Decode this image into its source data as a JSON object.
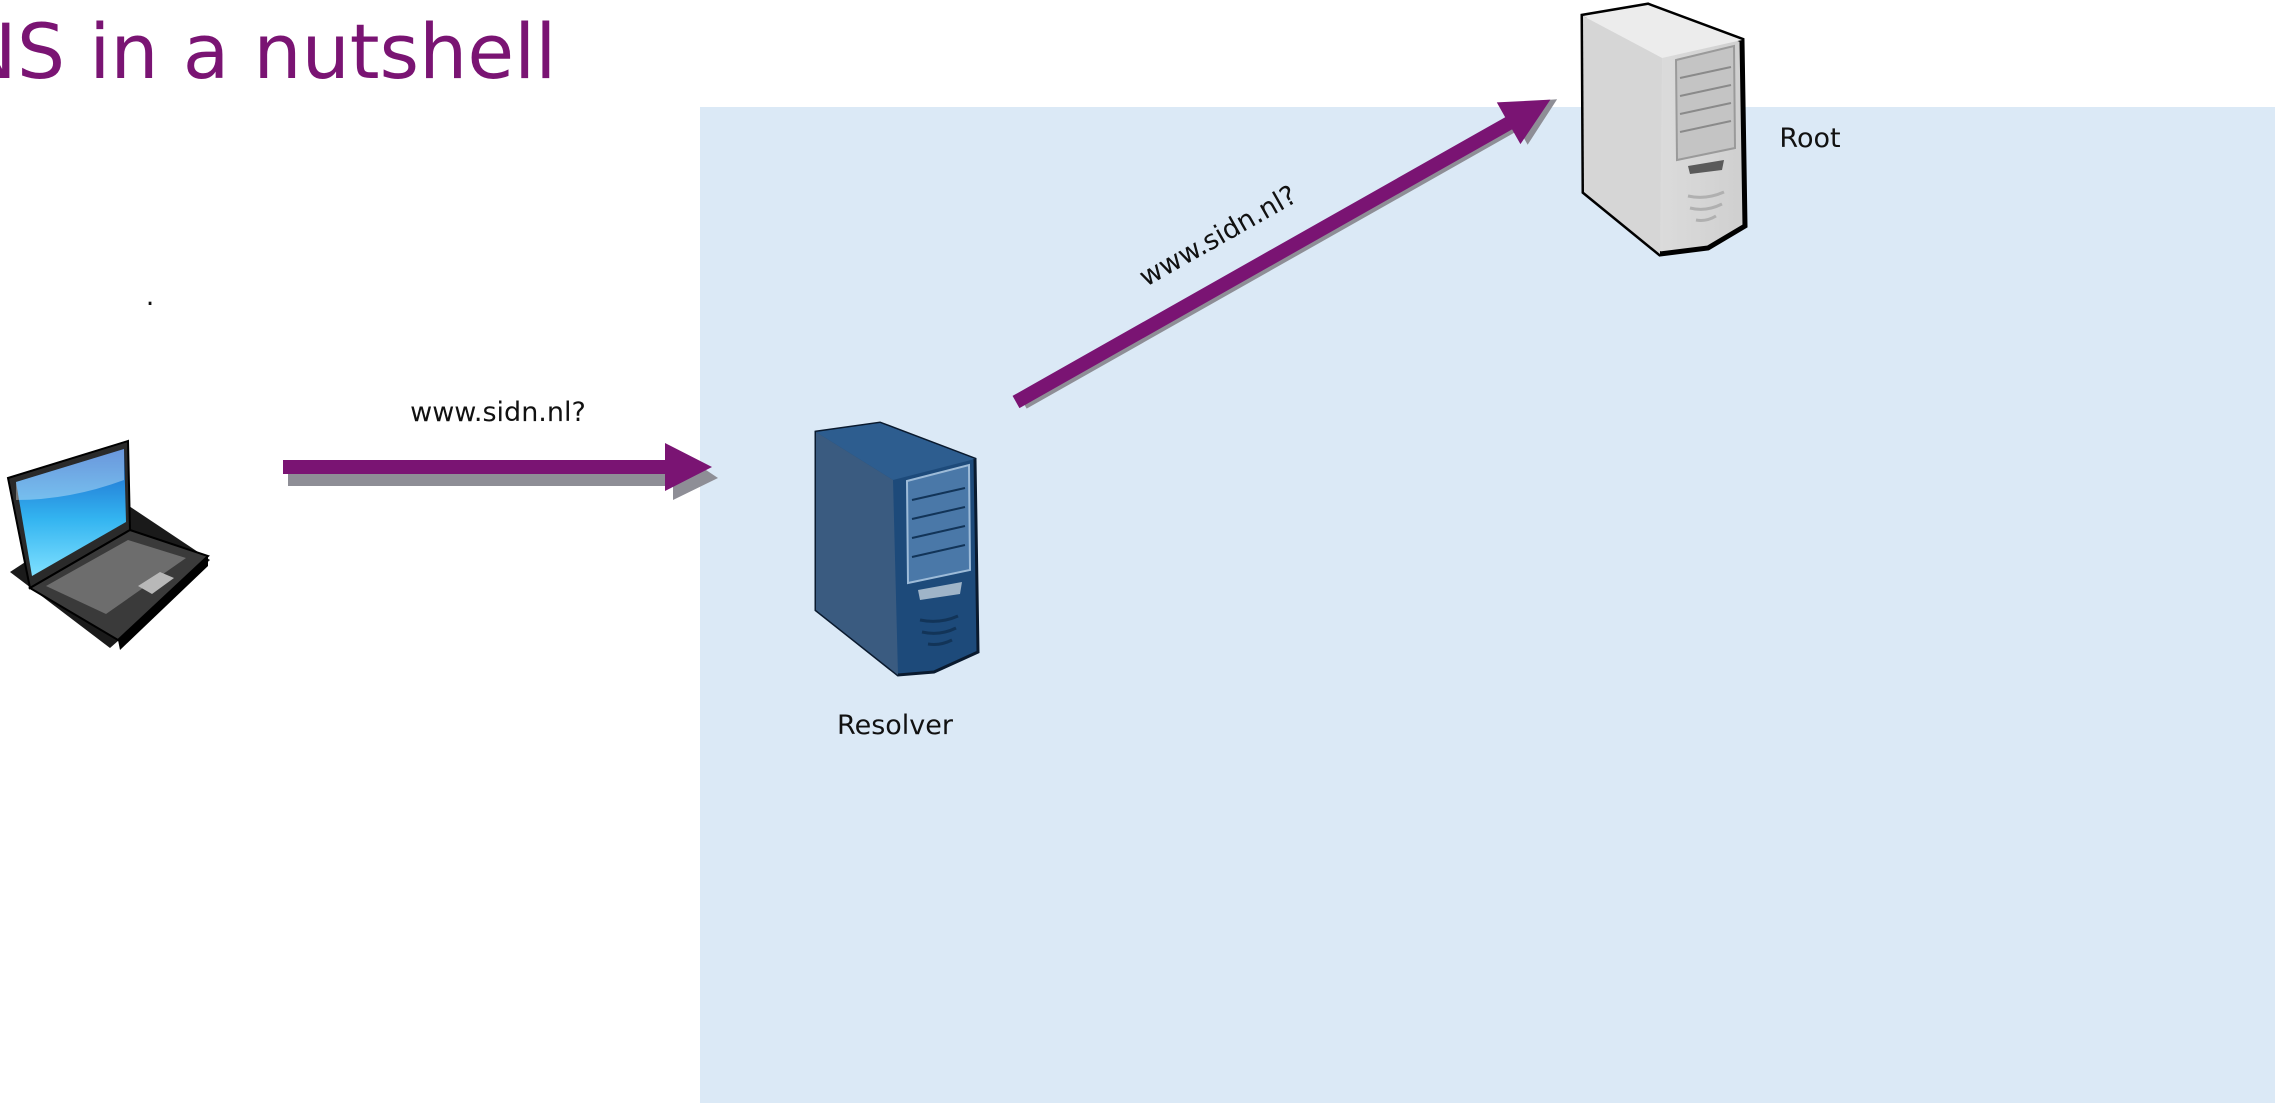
{
  "slide": {
    "title": "NS in a nutshell",
    "bullet": "."
  },
  "colors": {
    "title": "#7a1473",
    "arrow": "#7a1473",
    "arrow_shadow": "#8e8e96",
    "panel": "#dbe9f6",
    "resolver_body": "#1d4a7a",
    "root_body": "#dcdcdc"
  },
  "nodes": {
    "laptop": {
      "icon": "laptop-icon"
    },
    "resolver": {
      "label": "Resolver",
      "icon": "server-icon"
    },
    "root": {
      "label": "Root",
      "icon": "server-icon"
    }
  },
  "arrows": {
    "client_to_resolver": {
      "label": "www.sidn.nl?"
    },
    "resolver_to_root": {
      "label": "www.sidn.nl?"
    }
  }
}
